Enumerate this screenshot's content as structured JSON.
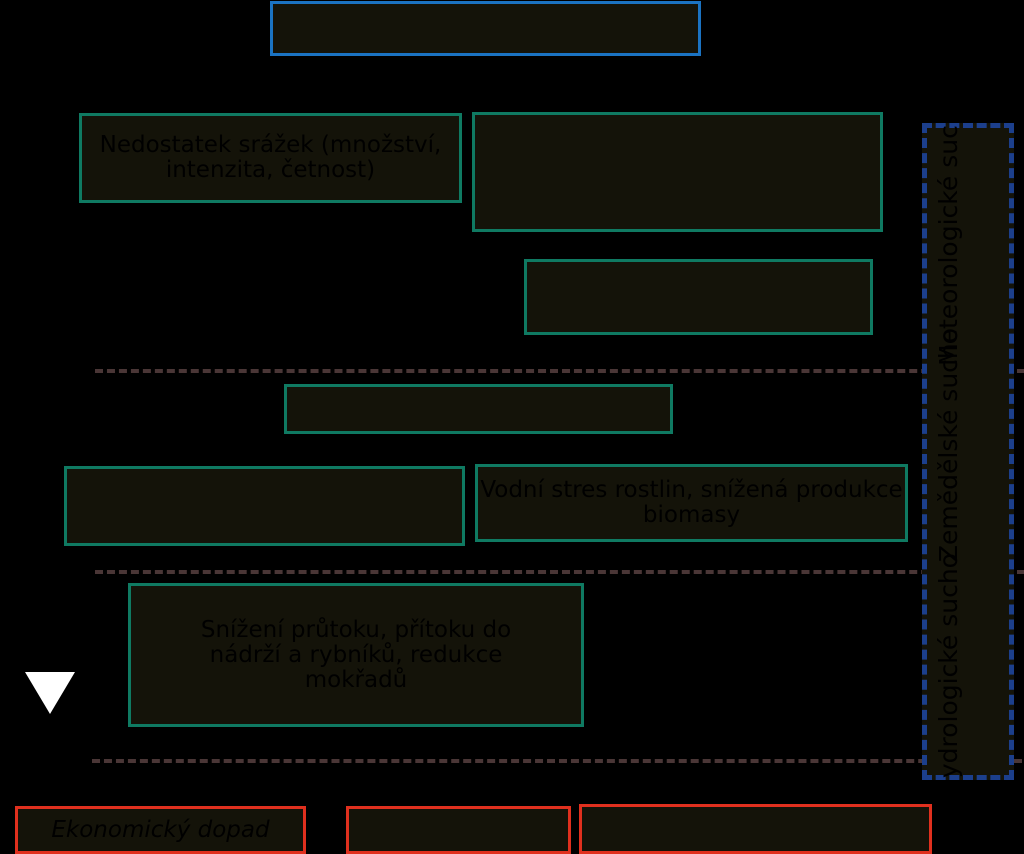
{
  "boxes": {
    "top_title": "",
    "precip_deficit": "Nedostatek srážek (množství, intenzita, četnost)",
    "right_top": "",
    "right_middle": "",
    "agri_center": "",
    "agri_left": "",
    "plant_stress": "Vodní stres rostlin, snížená produkce biomasy",
    "hydro_reduction": "Snížení průtoku, přítoku do nádrží a rybníků, redukce mokřadů",
    "impact_economic": "Ekonomický dopad",
    "impact_middle": "",
    "impact_right": ""
  },
  "side_labels": {
    "meteorological": "Meteorologické sucho",
    "agricultural": "Zemědělské sucho",
    "hydrological": "Hydrologické sucho"
  },
  "colors": {
    "background": "#000000",
    "box_fill": "#141309",
    "process_border": "#0f7a62",
    "title_border": "#1b73c2",
    "impact_border": "#e0301e",
    "side_border": "#1c3f8c",
    "divider": "#4a3636"
  }
}
